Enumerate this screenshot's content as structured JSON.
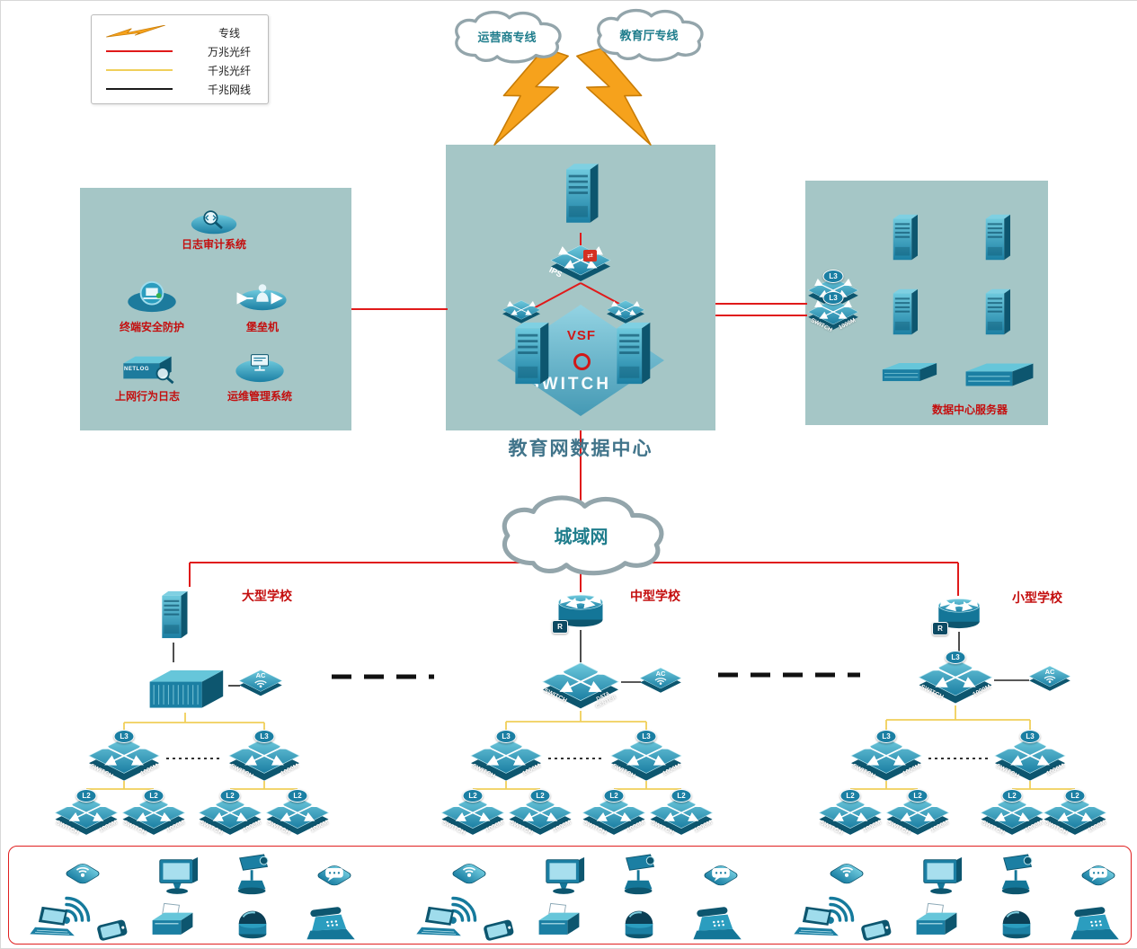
{
  "legend": {
    "items": [
      {
        "label": "专线",
        "type": "lightning"
      },
      {
        "label": "万兆光纤",
        "color": "#e01a1a"
      },
      {
        "label": "千兆光纤",
        "color": "#f0cf5a"
      },
      {
        "label": "千兆网线",
        "color": "#1a1a1a"
      }
    ]
  },
  "clouds": {
    "isp": "运营商专线",
    "edu": "教育厅专线",
    "man": "城域网"
  },
  "datacenter": {
    "title": "教育网数据中心",
    "ips": "IPS",
    "vsf": "VSF",
    "switch": "SWITCH",
    "ips_chip": "⇄"
  },
  "security_zone": {
    "audit": "日志审计系统",
    "endpoint": "终端安全防护",
    "bastion": "堡垒机",
    "netlog": "上网行为日志",
    "netlog_device": "NETLOG",
    "ops": "运维管理系统"
  },
  "server_zone": {
    "label": "数据中心服务器"
  },
  "schools": [
    {
      "name": "大型学校"
    },
    {
      "name": "中型学校"
    },
    {
      "name": "小型学校"
    }
  ],
  "labels": {
    "switch": "SWITCH",
    "speed": "1000M",
    "l3": "L3",
    "l2": "L2",
    "ac": "AC",
    "data_center": "DATA CENTER",
    "r": "R"
  },
  "colors": {
    "line_10g_fiber": "#e01a1a",
    "line_1g_fiber": "#f0cf5a",
    "line_1g_copper": "#1a1a1a",
    "zone_bg": "#a5c6c6",
    "device_teal": "#2196b8",
    "label_red": "#c40f0f"
  }
}
